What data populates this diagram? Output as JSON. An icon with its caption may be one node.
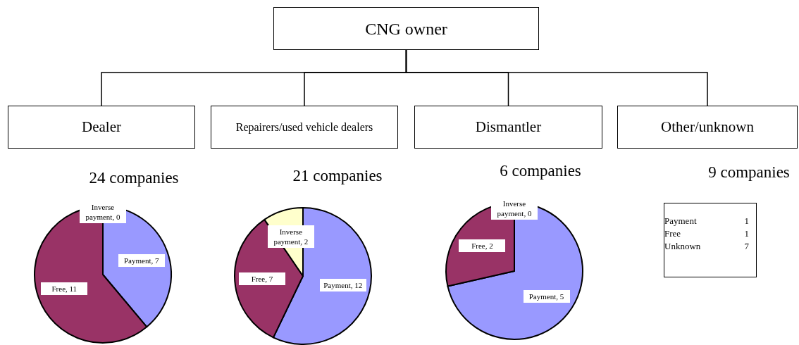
{
  "diagram": {
    "nodes": [
      {
        "text": [
          "CNG owner"
        ]
      },
      {
        "text": [
          "Dealer"
        ],
        "beside": [
          "24 companies"
        ]
      },
      {
        "text": [
          "Repairers/used vehicle dealers"
        ],
        "beside": [
          "21 companies"
        ]
      },
      {
        "text": [
          "Dismantler"
        ],
        "beside": [
          "6 companies"
        ]
      },
      {
        "text": [
          "Other/unknown"
        ],
        "beside": [
          "9 companies"
        ]
      },
      {
        "text": [
          "Payment",
          "1",
          "Free",
          "1",
          "Unknown",
          "7"
        ]
      }
    ],
    "edges": [
      {
        "from": 0,
        "to": 1,
        "arrow": "none"
      },
      {
        "from": 0,
        "to": 2,
        "arrow": "none"
      },
      {
        "from": 0,
        "to": 3,
        "arrow": "none"
      },
      {
        "from": 0,
        "to": 4,
        "arrow": "none"
      }
    ],
    "chart_data": [
      {
        "type": "pie",
        "values": [
          7,
          11,
          0
        ],
        "value_labels": [
          "Payment, 7",
          "Free, 11",
          "Inverse payment, 0"
        ]
      },
      {
        "type": "pie",
        "values": [
          12,
          7,
          2
        ],
        "value_labels": [
          "Payment, 12",
          "Free, 7",
          "Inverse payment, 2"
        ]
      },
      {
        "type": "pie",
        "values": [
          5,
          2,
          0
        ],
        "value_labels": [
          "Payment, 5",
          "Free, 2",
          "Inverse payment, 0"
        ]
      }
    ]
  }
}
